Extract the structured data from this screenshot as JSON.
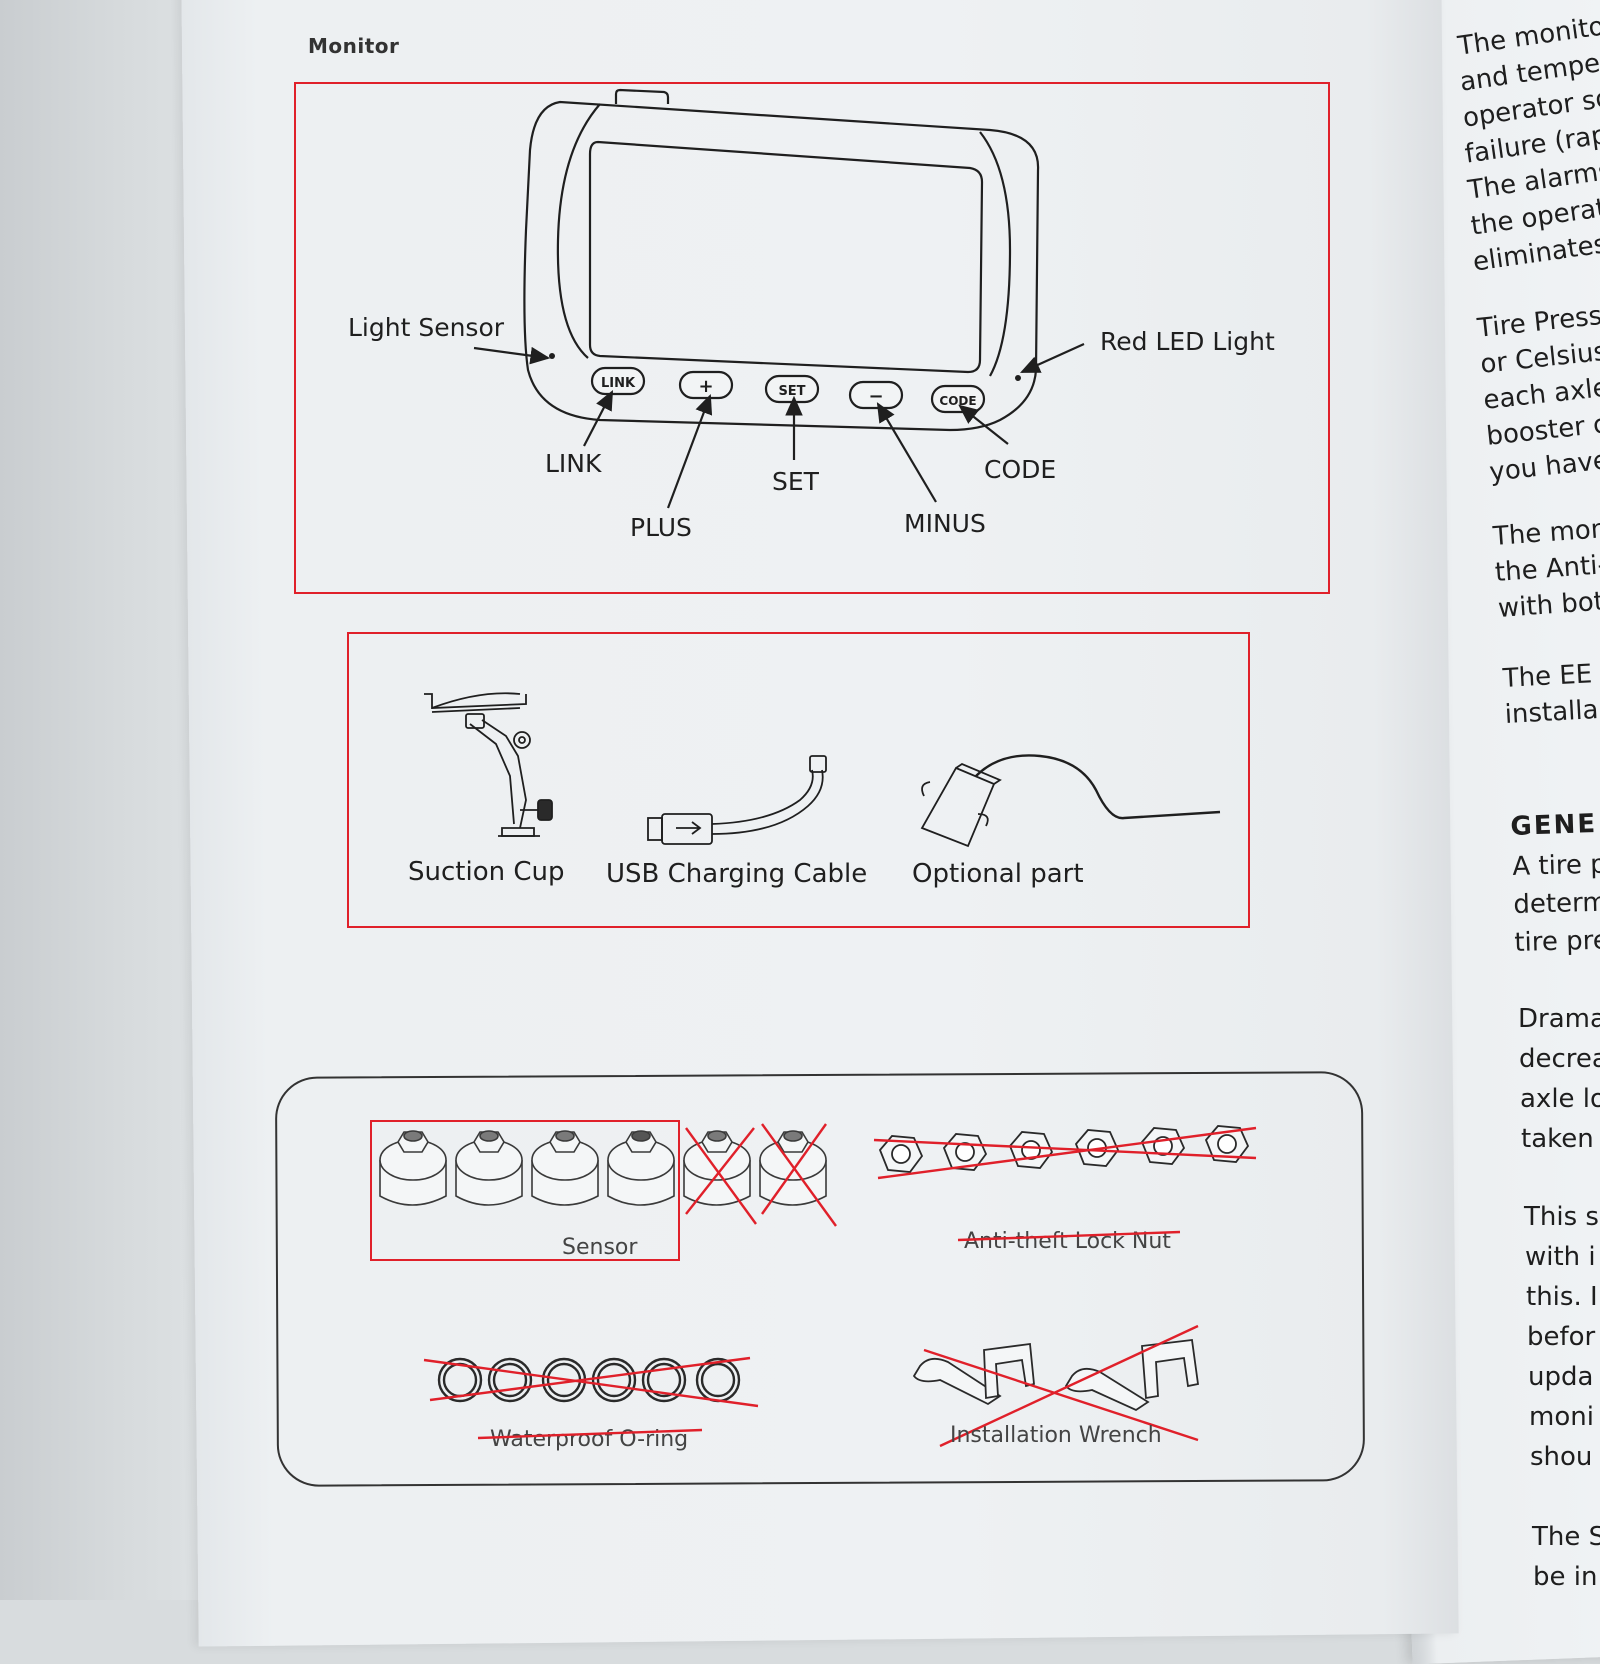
{
  "monitor_section": {
    "heading": "Monitor",
    "buttons": {
      "link": "LINK",
      "plus": "+",
      "set": "SET",
      "minus": "−",
      "code": "CODE"
    },
    "callouts": {
      "light_sensor": "Light Sensor",
      "red_led": "Red LED Light",
      "link": "LINK",
      "plus": "PLUS",
      "set": "SET",
      "minus": "MINUS",
      "code": "CODE"
    }
  },
  "accessories": {
    "suction_cup": "Suction Cup",
    "usb_cable": "USB Charging Cable",
    "optional": "Optional part"
  },
  "kit_contents": {
    "sensor": "Sensor",
    "lock_nut": "Anti-theft Lock Nut",
    "o_ring": "Waterproof O-ring",
    "wrench": "Installation Wrench"
  },
  "right_page_lines": [
    "The monitor",
    "and temper",
    "operator so",
    "failure (rap",
    "The alarms",
    "the operato",
    "eliminates",
    "Tire Press",
    "or Celsius",
    "each axle",
    "booster c",
    "you have",
    "The mon",
    "the Anti-",
    "with bot",
    "The EE",
    "installa",
    "GENE",
    "A tire p",
    "determ",
    "tire pre",
    "Drama",
    "decrea",
    "axle lo",
    "taken",
    "This s",
    "with i",
    "this. I",
    "befor",
    "upda",
    "moni",
    "shou",
    "The S",
    "be in"
  ],
  "colors": {
    "highlight_red": "#e0202a",
    "line_art": "#222222",
    "paper": "#eef1f3"
  }
}
